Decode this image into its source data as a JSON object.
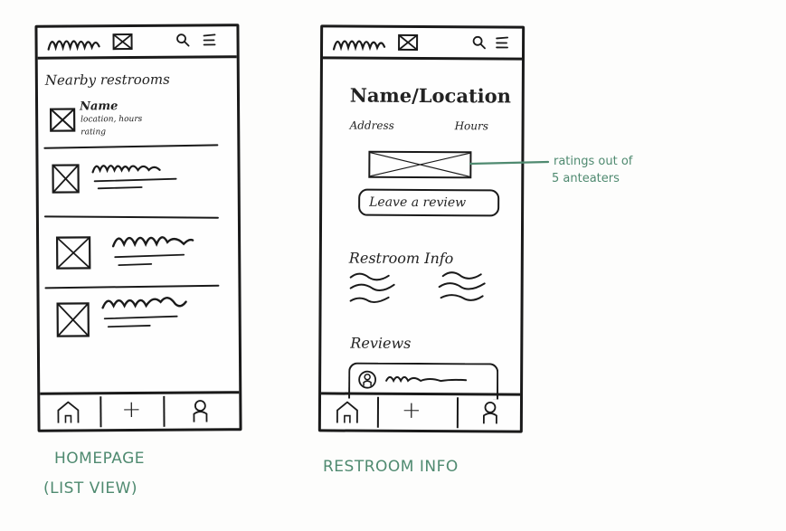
{
  "homepage": {
    "heading": "Nearby restrooms",
    "first_item": {
      "name": "Name",
      "details": "location, hours",
      "rating": "rating"
    },
    "caption_line1": "HOMEPAGE",
    "caption_line2": "(LIST VIEW)"
  },
  "restroom_info": {
    "title": "Name/Location",
    "address_label": "Address",
    "hours_label": "Hours",
    "review_button": "Leave a review",
    "info_heading": "Restroom Info",
    "reviews_heading": "Reviews",
    "caption": "RESTROOM INFO"
  },
  "annotation": {
    "line1": "ratings out of",
    "line2": "5 anteaters"
  },
  "bottom_nav": {
    "add_symbol": "+"
  },
  "colors": {
    "ink": "#1a1a1a",
    "annotation_green": "#4f8a70"
  }
}
